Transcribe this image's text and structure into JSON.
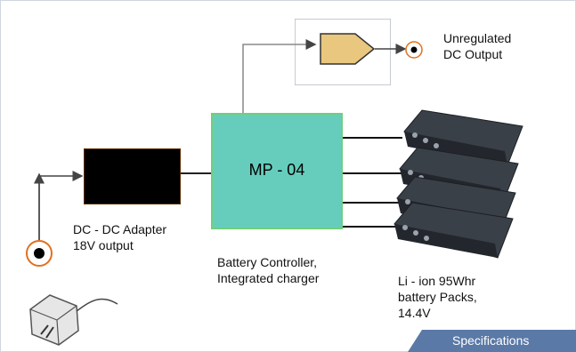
{
  "diagram": {
    "controller_label": "MP - 04",
    "adapter_caption": [
      "DC - DC Adapter",
      "18V output"
    ],
    "controller_caption": [
      "Battery Controller,",
      "Integrated charger"
    ],
    "battery_caption": [
      "Li - ion 95Whr",
      "battery Packs,",
      "14.4V"
    ],
    "output_caption": [
      "Unregulated",
      "DC Output"
    ]
  },
  "footer": {
    "tab_label": "Specifications"
  },
  "colors": {
    "controller_fill": "#66cdbc",
    "controller_border": "#6fcf7b",
    "amplifier_fill": "#e9c77e",
    "tab_fill": "#5a79a6"
  }
}
